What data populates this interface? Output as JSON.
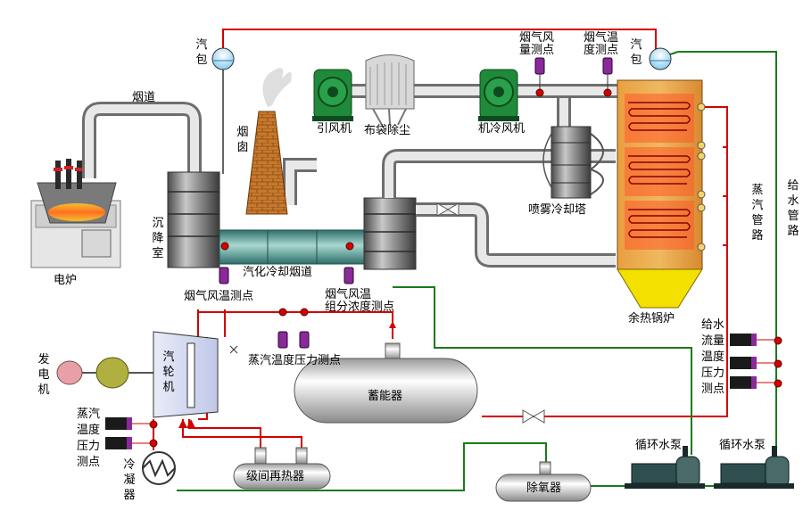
{
  "labels": {
    "furnace": "电炉",
    "flue": "烟道",
    "drum_left": "汽包",
    "drum_right": "汽包",
    "chimney": "烟囱",
    "induced_fan": "引风机",
    "bag_filter": "布袋除尘",
    "cooling_fan": "机冷风机",
    "flue_temp_point": "烟气温\n度测点",
    "flue_volume_point": "烟气风\n量测点",
    "spray_tower": "喷雾冷却塔",
    "settling_chamber": "沉降室",
    "vapor_cooled_flue": "汽化冷却烟道",
    "flue_temp_point_2": "烟气风温测点",
    "flue_composition_point": "烟气风温\n组分浓度测点",
    "waste_heat_boiler": "余热锅炉",
    "steam_pipe": "蒸汽管路",
    "feedwater_pipe": "给水管路",
    "generator": "发电机",
    "turbine": "汽轮机",
    "steam_temp_pressure_point": "蒸汽温度压力测点",
    "accumulator": "蓄能器",
    "feedwater_flow_point": "给水\n流量\n温度\n压力\n测点",
    "turbine_steam_point": "蒸汽\n温度\n压力\n测点",
    "condenser": "冷凝器",
    "interstage_reheater": "级间再热器",
    "deaerator": "除氧器",
    "circ_pump_1": "循环水泵",
    "circ_pump_2": "循环水泵"
  },
  "colors": {
    "steam_line": "#d40000",
    "water_line": "#1a7a1a",
    "pipe_grey": "#b8b8b8",
    "sensor_purple": "#8a2a9a",
    "boiler_yellow": "#f3e000",
    "boiler_orange": "#f08a20",
    "fan_green": "#1f8a3a",
    "brick": "#c9782b"
  },
  "icons": {
    "electric_furnace": "furnace-icon",
    "fan": "fan-icon",
    "pump": "pump-icon",
    "sensor": "sensor-icon",
    "valve": "valve-icon",
    "drum": "drum-icon"
  }
}
